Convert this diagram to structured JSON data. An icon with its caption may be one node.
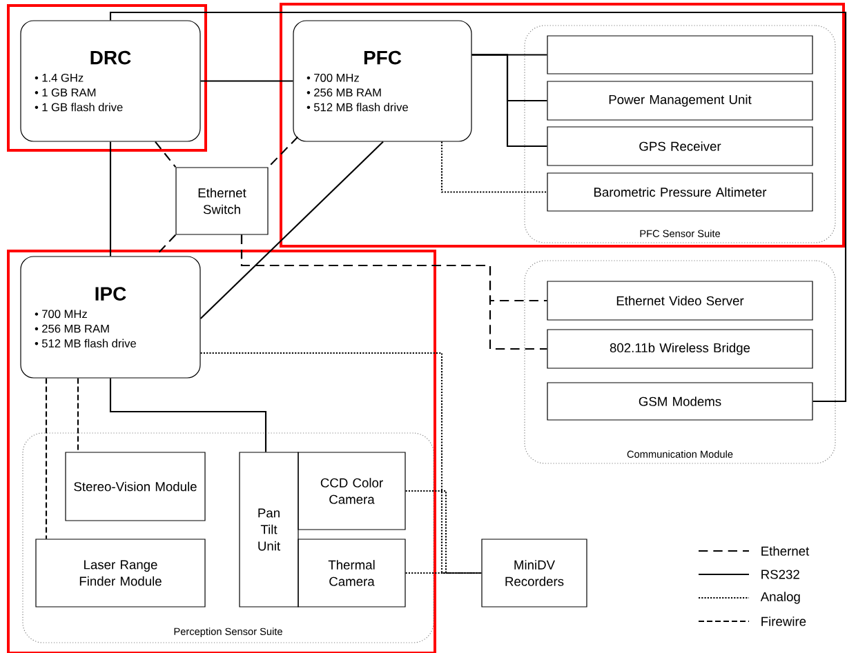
{
  "diagram": {
    "nodes": [
      {
        "text": [
          "DRC",
          "• 1.4 GHz",
          "• 1 GB RAM",
          "• 1 GB flash drive"
        ]
      },
      {
        "text": [
          "PFC",
          "• 700 MHz",
          "• 256 MB RAM",
          "• 512 MB flash drive"
        ]
      },
      {
        "text": [
          "Ethernet Switch"
        ]
      },
      {
        "text": [
          "PFC Sensor Suite"
        ]
      },
      {
        "text": [],
        "shape": "box",
        "in": 3
      },
      {
        "text": [
          "Power Management Unit"
        ],
        "in": 3
      },
      {
        "text": [
          "GPS Receiver"
        ],
        "in": 3
      },
      {
        "text": [
          "Barometric Pressure Altimeter"
        ],
        "in": 3
      },
      {
        "text": [
          "IPC",
          "• 700 MHz",
          "• 256 MB RAM",
          "• 512 MB flash drive"
        ]
      },
      {
        "text": [
          "Communication Module"
        ]
      },
      {
        "text": [
          "Ethernet Video Server"
        ],
        "in": 9
      },
      {
        "text": [
          "802.11b Wireless Bridge"
        ],
        "in": 9
      },
      {
        "text": [
          "GSM Modems"
        ],
        "in": 9
      },
      {
        "text": [
          "Perception Sensor Suite"
        ]
      },
      {
        "text": [
          "Stereo-Vision Module"
        ],
        "in": 13
      },
      {
        "text": [
          "Laser Range Finder Module"
        ],
        "in": 13
      },
      {
        "text": [
          "Pan Tilt Unit"
        ],
        "in": 13
      },
      {
        "text": [
          "CCD Color Camera"
        ],
        "in": 13
      },
      {
        "text": [
          "Thermal Camera"
        ],
        "in": 13
      },
      {
        "text": [
          "MiniDV Recorders"
        ]
      }
    ],
    "edges": [
      {
        "from": 0,
        "to": 1,
        "arrow": "none"
      },
      {
        "from": 0,
        "to": 8,
        "arrow": "none"
      },
      {
        "from": 0,
        "to": 2,
        "arrow": "none",
        "style": "dashed"
      },
      {
        "from": 1,
        "to": 2,
        "arrow": "none",
        "style": "dashed"
      },
      {
        "from": 2,
        "to": 8,
        "arrow": "none",
        "style": "dashed"
      },
      {
        "from": 1,
        "to": 8,
        "arrow": "none"
      },
      {
        "from": 1,
        "to": 4,
        "arrow": "none"
      },
      {
        "from": 1,
        "to": 5,
        "arrow": "none"
      },
      {
        "from": 1,
        "to": 6,
        "arrow": "none"
      },
      {
        "from": 1,
        "to": 7,
        "arrow": "none",
        "style": "dashed"
      },
      {
        "from": 2,
        "to": 10,
        "arrow": "none",
        "style": "dashed"
      },
      {
        "from": 2,
        "to": 11,
        "arrow": "none",
        "style": "dashed"
      },
      {
        "from": 12,
        "to": 0,
        "arrow": "none"
      },
      {
        "from": 8,
        "to": 16,
        "arrow": "none"
      },
      {
        "from": 8,
        "to": 14,
        "arrow": "none",
        "style": "dashed"
      },
      {
        "from": 8,
        "to": 15,
        "arrow": "none",
        "style": "dashed"
      },
      {
        "from": 8,
        "to": 19,
        "arrow": "none",
        "style": "dashed"
      },
      {
        "from": 17,
        "to": 19,
        "arrow": "none",
        "style": "dashed"
      },
      {
        "from": 18,
        "to": 19,
        "arrow": "none",
        "style": "dashed"
      }
    ],
    "legend": [
      {
        "text": "Ethernet"
      },
      {
        "text": "RS232"
      },
      {
        "text": "Analog"
      },
      {
        "text": "Firewire"
      }
    ]
  }
}
